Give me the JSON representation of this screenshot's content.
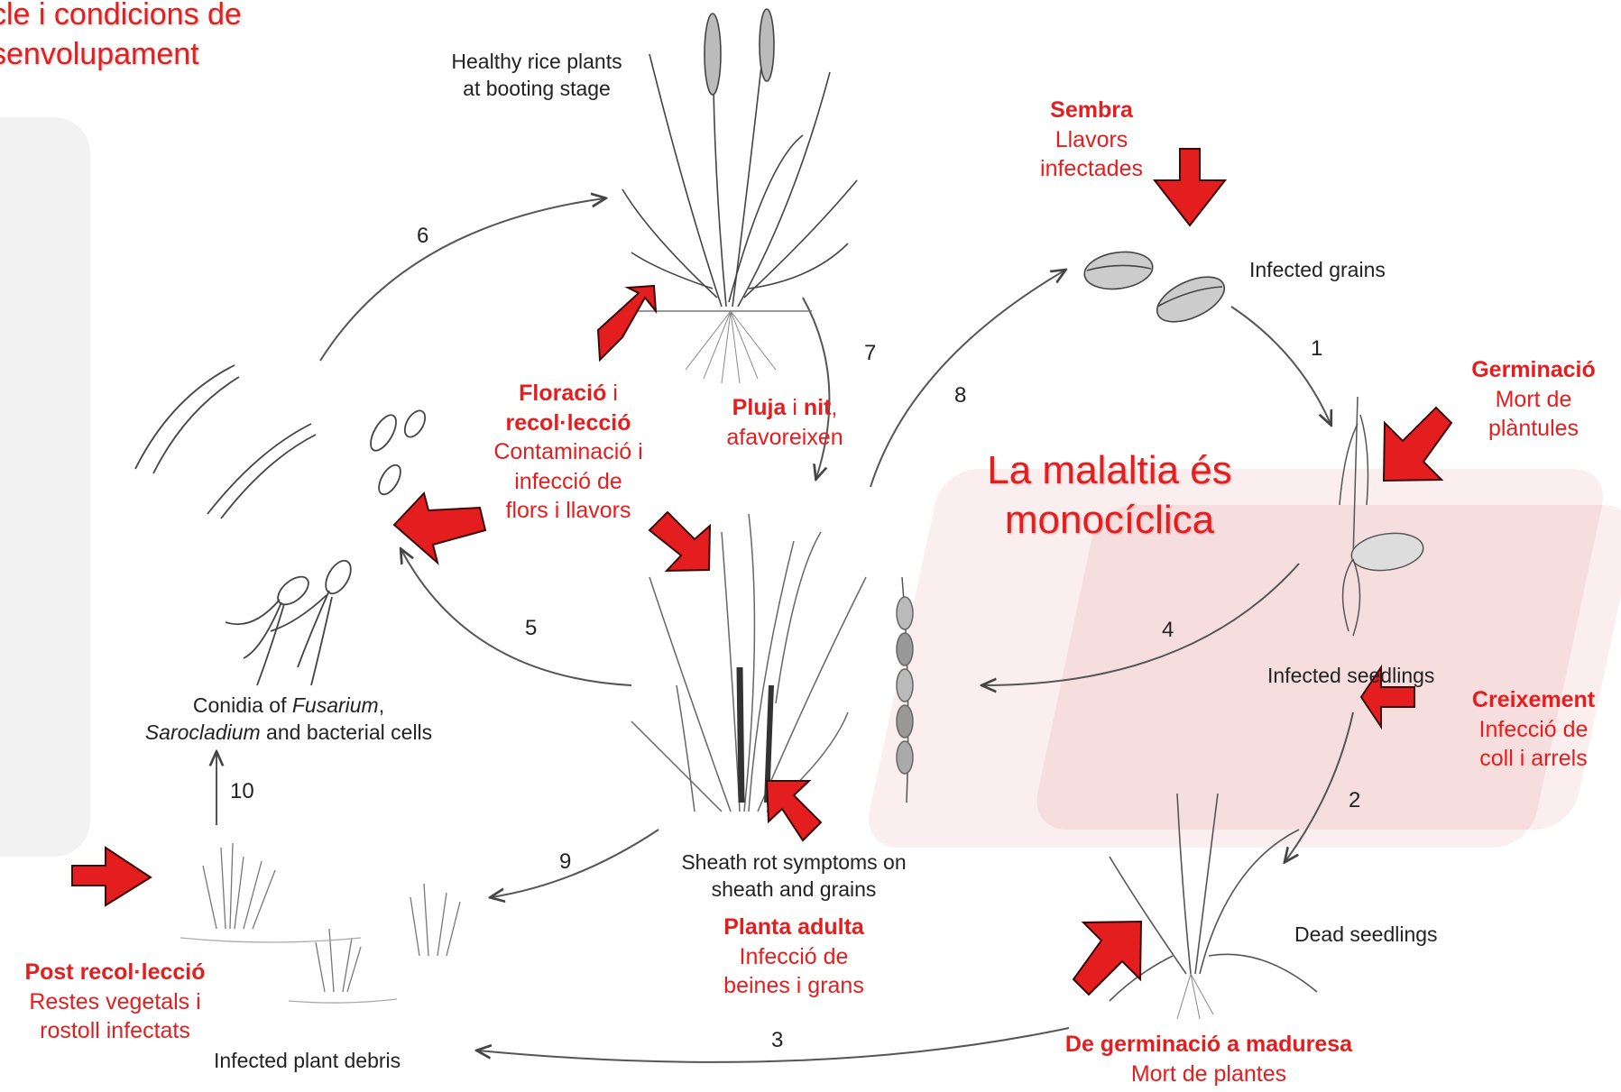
{
  "title": {
    "line1": "cle i condicions de",
    "line2": "senvolupament"
  },
  "center_text": {
    "line1": "La malaltia és",
    "line2": "monocíclica"
  },
  "stage_labels": {
    "healthy": {
      "line1": "Healthy rice plants",
      "line2": "at booting stage"
    },
    "infected_grains": "Infected grains",
    "infected_seedlings": "Infected seedlings",
    "dead_seedlings": "Dead seedlings",
    "sheath_rot": {
      "line1": "Sheath rot symptoms on",
      "line2": "sheath and grains"
    },
    "debris": "Infected plant debris",
    "conidia": {
      "line1_a": "Conidia of ",
      "line1_b": "Fusarium",
      "line1_c": ",",
      "line2_a": "Sarocladium",
      "line2_b": " and bacterial cells"
    }
  },
  "step_numbers": [
    "1",
    "2",
    "3",
    "4",
    "5",
    "6",
    "7",
    "8",
    "9",
    "10"
  ],
  "annotations": {
    "sembra": {
      "head": "Sembra",
      "l1": "Llavors",
      "l2": "infectades"
    },
    "germinacio": {
      "head": "Germinació",
      "l1": "Mort de",
      "l2": "plàntules"
    },
    "creixement": {
      "head": "Creixement",
      "l1": "Infecció de",
      "l2": "coll i arrels"
    },
    "maduresa": {
      "head": "De germinació a maduresa",
      "l1": "Mort de plantes"
    },
    "adulta": {
      "head": "Planta adulta",
      "l1": "Infecció de",
      "l2": "beines i grans"
    },
    "post": {
      "head": "Post recol·lecció",
      "l1": "Restes vegetals i",
      "l2": "rostoll infectats"
    },
    "floracio": {
      "head1": "Floració",
      "mid": " i",
      "head2": "recol·lecció",
      "l1": "Contaminació i",
      "l2": "infecció de",
      "l3": "flors i llavors"
    },
    "pluja": {
      "head1": "Pluja",
      "mid": " i ",
      "head2": "nit",
      "tail": ",",
      "l1": "afavoreixen"
    }
  },
  "colors": {
    "accent": "#e41e1e",
    "ink": "#222222",
    "arrow_edge": "#3a0a0a",
    "background_tint": "#f3d6d6"
  }
}
